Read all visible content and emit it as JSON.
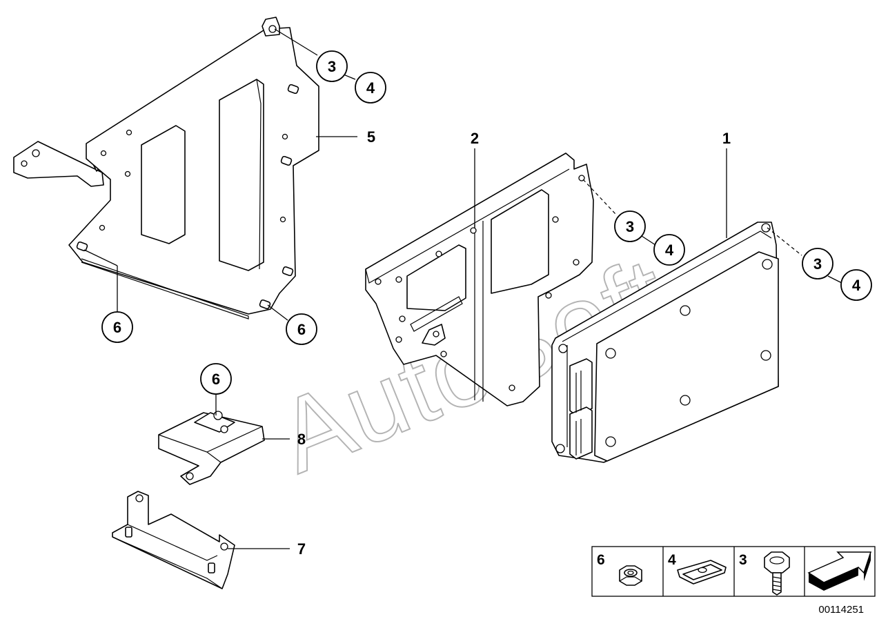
{
  "watermark": "AutoSoft",
  "diagram_id": "00114251",
  "callouts": {
    "c1": "1",
    "c2": "2",
    "c3a": "3",
    "c4a": "4",
    "c5": "5",
    "c6a": "6",
    "c6b": "6",
    "c3b": "3",
    "c4b": "4",
    "c3c": "3",
    "c4c": "4",
    "c6c": "6",
    "c8": "8",
    "c7": "7"
  },
  "legend": {
    "items": [
      {
        "number": "6",
        "icon": "hex-nut-icon"
      },
      {
        "number": "4",
        "icon": "clip-nut-icon"
      },
      {
        "number": "3",
        "icon": "hex-bolt-icon"
      },
      {
        "number": "",
        "icon": "arrow-icon"
      }
    ]
  }
}
